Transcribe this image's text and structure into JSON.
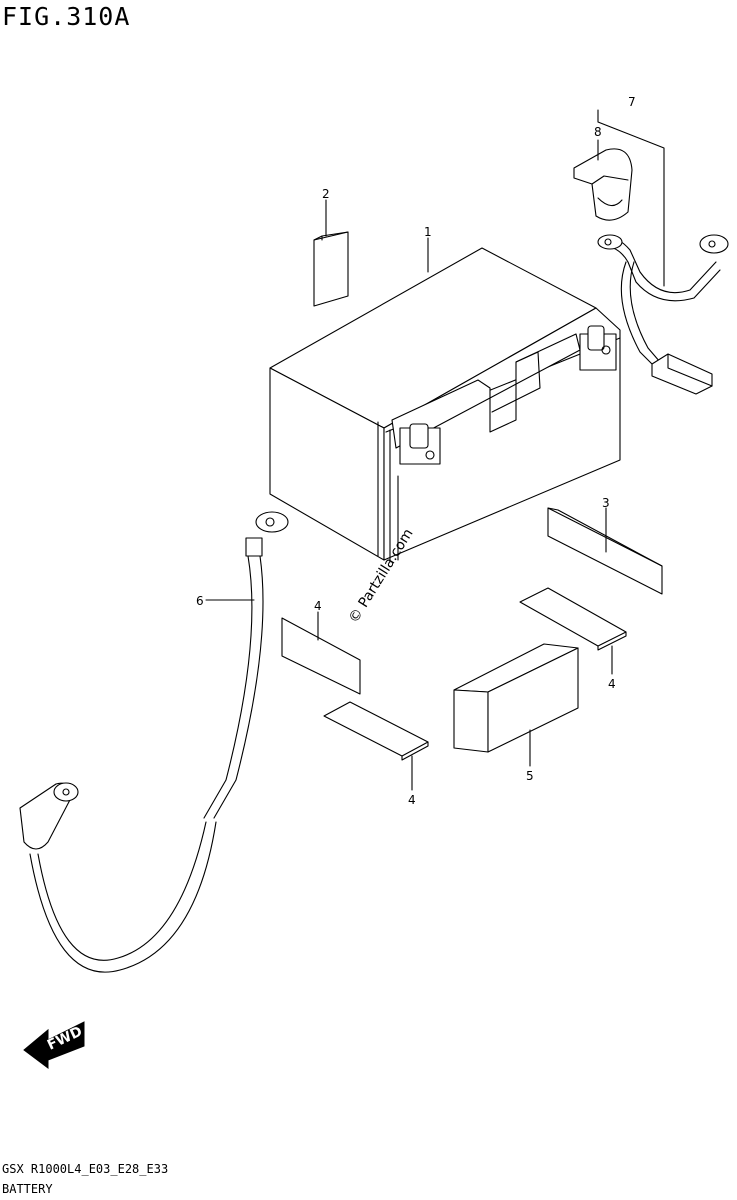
{
  "figure": {
    "title": "FIG.310A",
    "model_code": "GSX R1000L4_E03_E28_E33",
    "section_name": "BATTERY"
  },
  "watermark": "© Partzilla.com",
  "fwd_label": "FWD",
  "callouts": [
    "1",
    "2",
    "3",
    "4",
    "4",
    "4",
    "5",
    "6",
    "7",
    "8"
  ],
  "parts": [
    {
      "ref": "1",
      "name": "battery-icon"
    },
    {
      "ref": "2",
      "name": "label-strip-icon"
    },
    {
      "ref": "3",
      "name": "pad-strip-icon"
    },
    {
      "ref": "4",
      "name": "pad-icon"
    },
    {
      "ref": "5",
      "name": "battery-box-icon"
    },
    {
      "ref": "6",
      "name": "negative-cable-icon"
    },
    {
      "ref": "7",
      "name": "positive-cable-icon"
    },
    {
      "ref": "8",
      "name": "terminal-cap-icon"
    }
  ]
}
